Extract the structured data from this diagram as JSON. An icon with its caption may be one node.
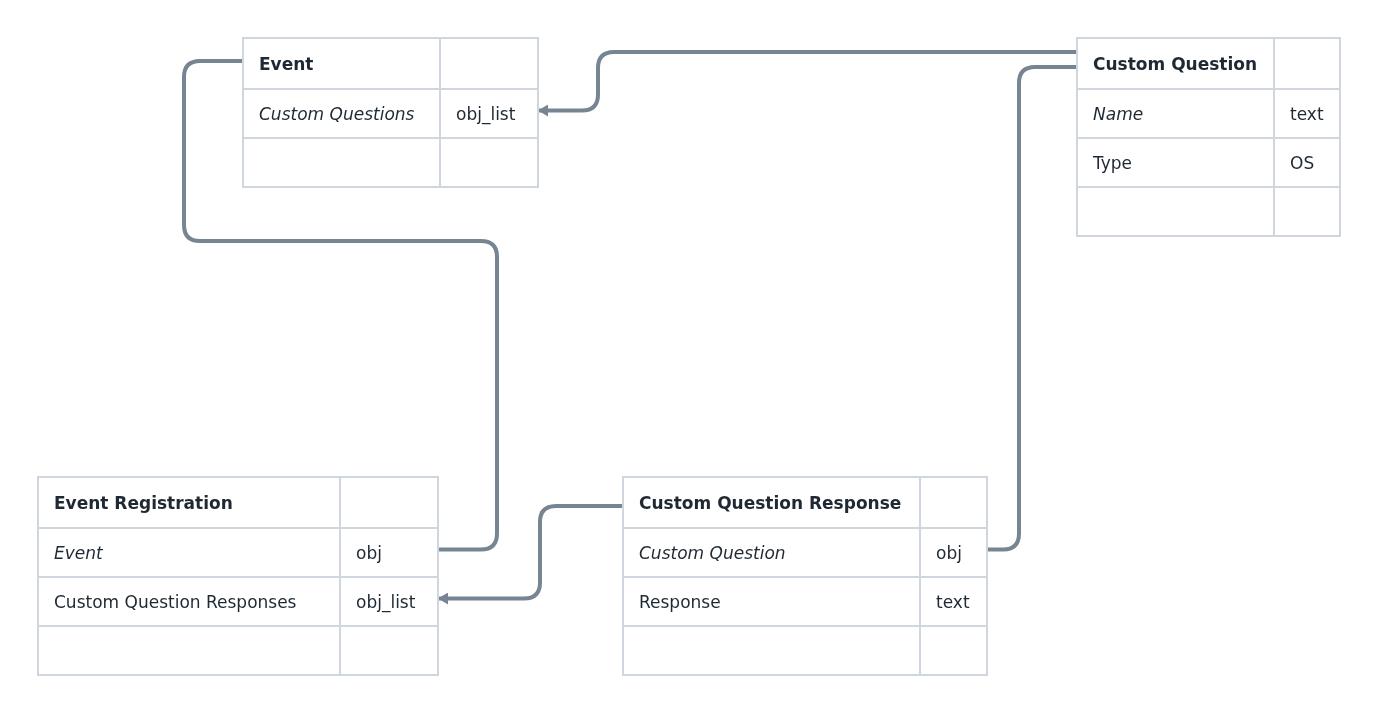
{
  "diagram": {
    "nodes": [
      {
        "text": [
          "Event"
        ]
      },
      {
        "text": [
          "*Custom Questions*",
          "obj_list"
        ],
        "in": 0
      },
      {
        "text": [],
        "shape": "box",
        "in": 0
      },
      {
        "text": [
          "Custom Question"
        ]
      },
      {
        "text": [
          "*Name*",
          "text"
        ],
        "in": 3
      },
      {
        "text": [
          "Type",
          "OS"
        ],
        "in": 3
      },
      {
        "text": [],
        "shape": "box",
        "in": 3
      },
      {
        "text": [
          "Event Registration"
        ]
      },
      {
        "text": [
          "*Event*",
          "obj"
        ],
        "in": 7
      },
      {
        "text": [
          "Custom Question Responses",
          "obj_list"
        ],
        "in": 7
      },
      {
        "text": [],
        "shape": "box",
        "in": 7
      },
      {
        "text": [
          "Custom Question Response"
        ]
      },
      {
        "text": [
          "*Custom Question*",
          "obj"
        ],
        "in": 11
      },
      {
        "text": [
          "Response",
          "text"
        ],
        "in": 11
      },
      {
        "text": [],
        "shape": "box",
        "in": 11
      }
    ],
    "edges": [
      {
        "from": 0,
        "to": 8,
        "arrow": "none"
      },
      {
        "from": 3,
        "to": 1,
        "arrow": "to"
      },
      {
        "from": 3,
        "to": 12,
        "arrow": "none"
      },
      {
        "from": 11,
        "to": 9,
        "arrow": "to"
      }
    ]
  }
}
